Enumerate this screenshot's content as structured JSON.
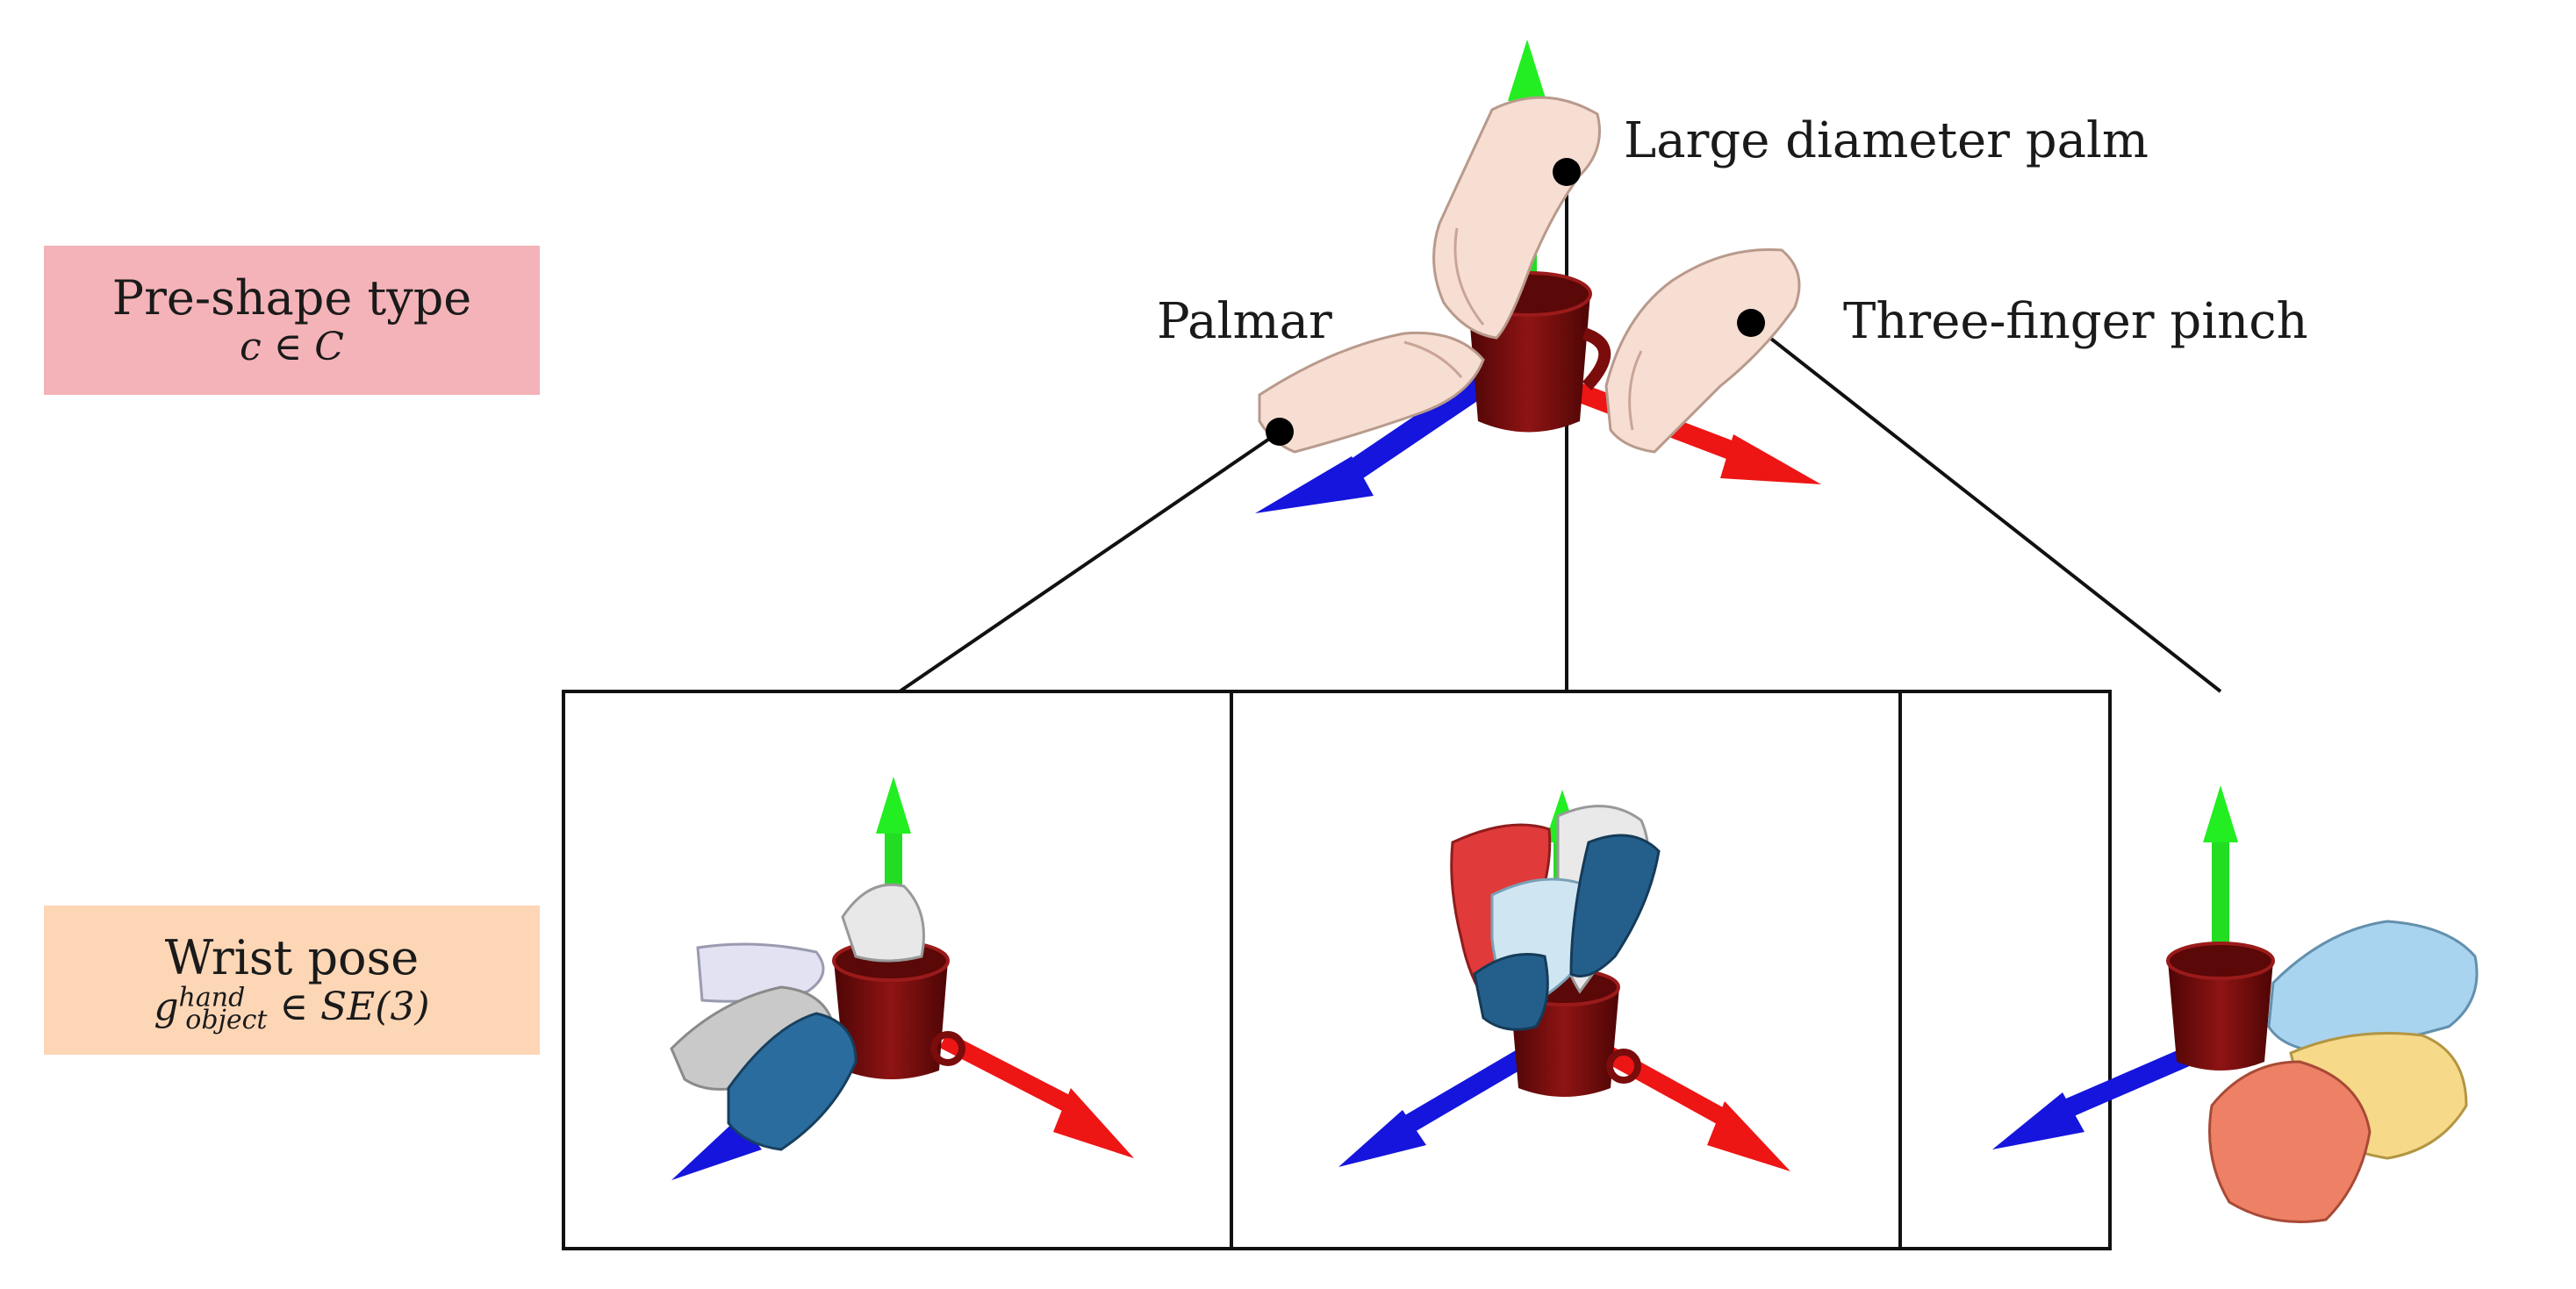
{
  "colors": {
    "preshape_box": "#f4b3b8",
    "wrist_box": "#fdd6b6",
    "axis_x": "#ff1a1a",
    "axis_y": "#1aff1a",
    "axis_z": "#1010e0",
    "mug": "#7a0c0c",
    "skin": "#f6dcd0",
    "line": "#111111"
  },
  "preshape": {
    "title": "Pre-shape type",
    "math": "c ∈ C"
  },
  "wrist": {
    "title": "Wrist pose",
    "math_base": "g",
    "math_sup": "hand",
    "math_sub": "object",
    "math_rest": " ∈ SE(3)"
  },
  "grasp_types": [
    {
      "label": "Large diameter palm"
    },
    {
      "label": "Palmar"
    },
    {
      "label": "Three-finger pinch"
    }
  ],
  "icons": [
    "mug-icon",
    "hand-icon",
    "axis-arrow-icon"
  ]
}
